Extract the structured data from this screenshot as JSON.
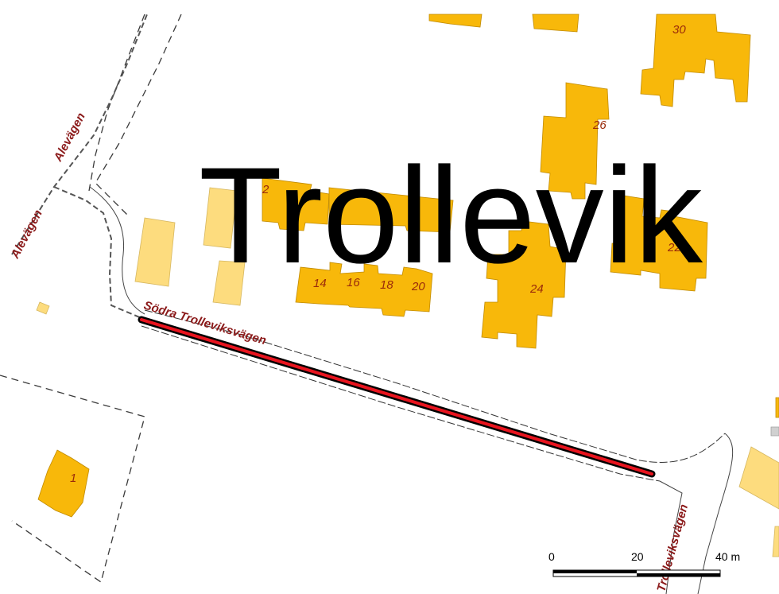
{
  "map": {
    "place_name": "Trollevik",
    "road_labels": {
      "alevagen_top": "Alevägen",
      "alevagen_left": "Alevägen",
      "sodra_trolleviksvagen": "Södra Trolleviksvägen",
      "trolleviksvagen": "Trolleviksvägen"
    },
    "house_numbers": {
      "h2": "2",
      "h14": "14",
      "h16": "16",
      "h18": "18",
      "h20": "20",
      "h24": "24",
      "h26": "26",
      "h22": "22",
      "h30": "30",
      "h1": "1"
    },
    "scale_bar": {
      "label_0": "0",
      "label_20": "20",
      "label_40": "40 m"
    },
    "colors": {
      "building": "#f8b80a",
      "building_light": "#fddc7e",
      "highlight_road": "#e8141e",
      "road_label": "#8b1a1a"
    }
  }
}
